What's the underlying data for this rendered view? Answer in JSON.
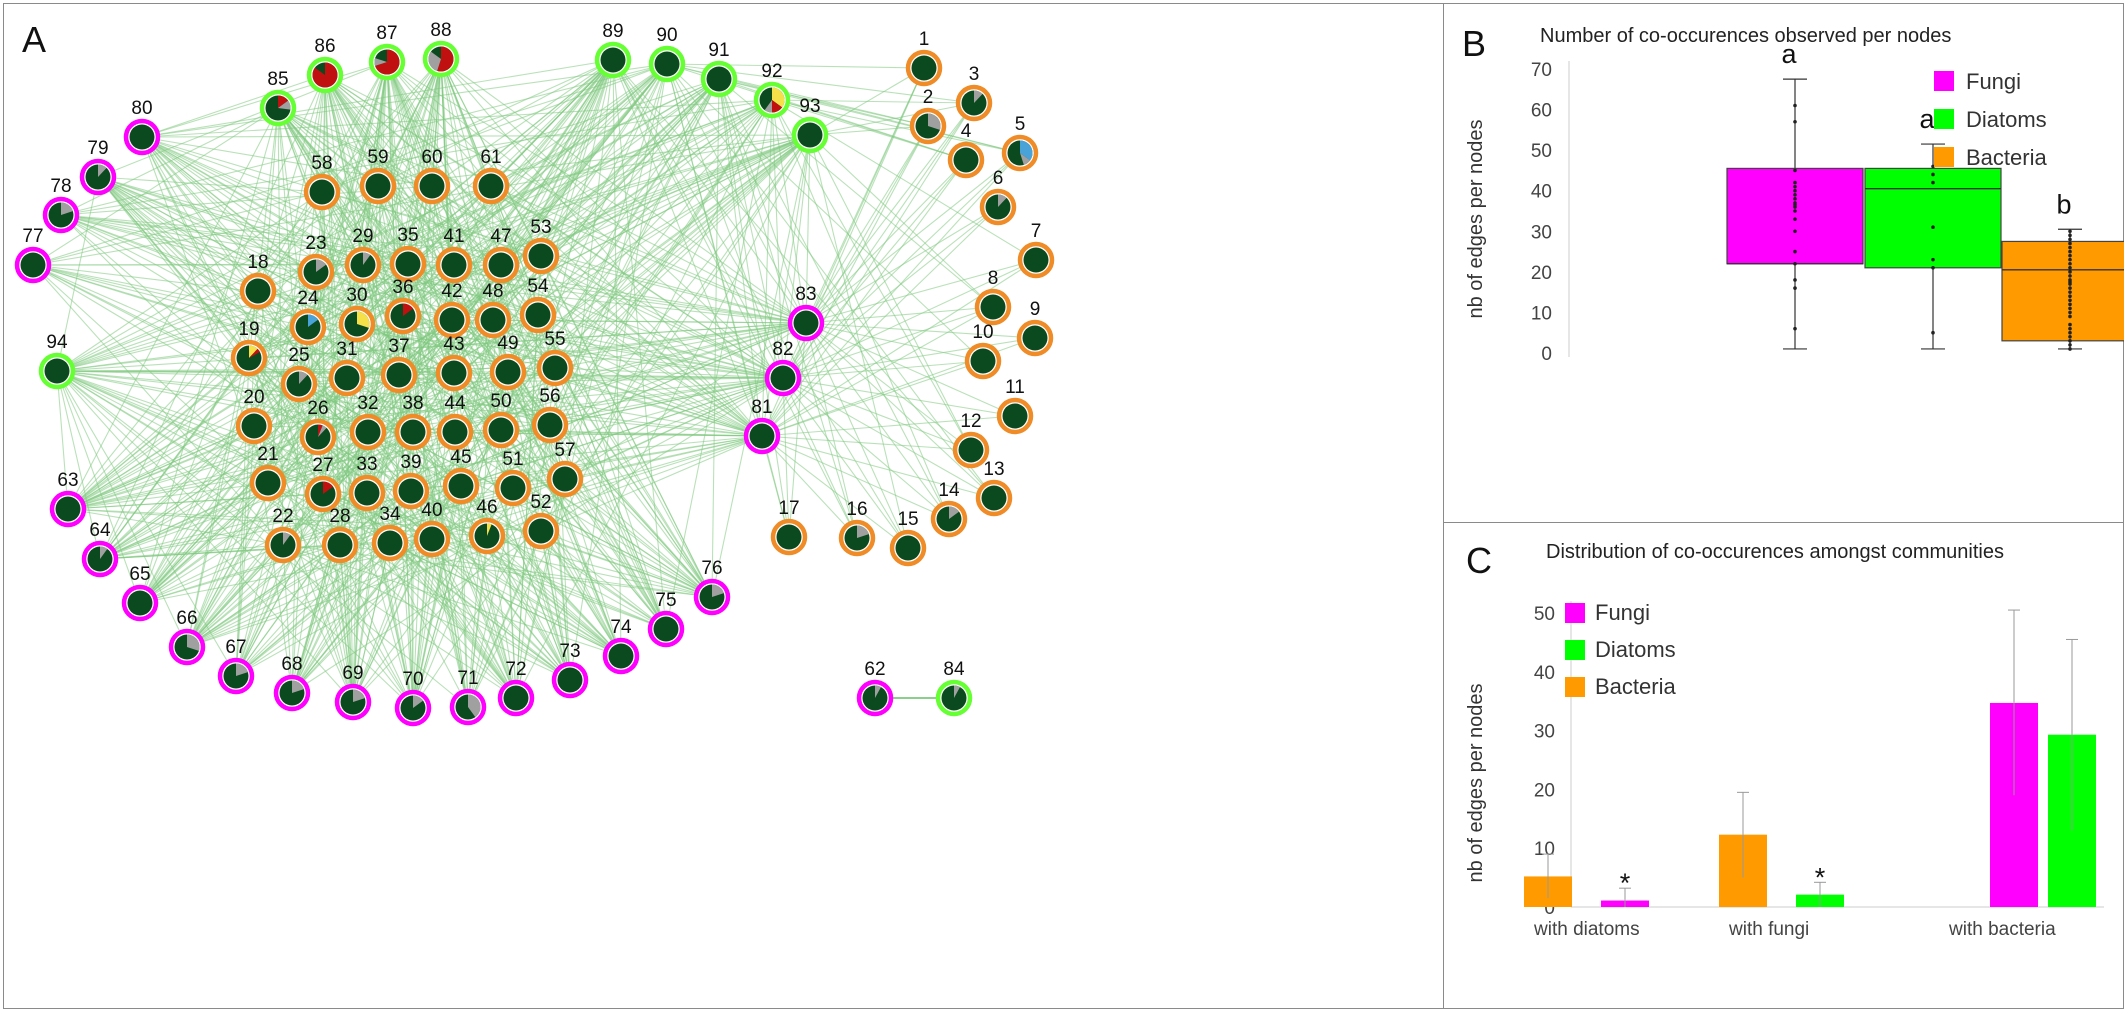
{
  "panel_a": {
    "letter": "A",
    "colors": {
      "fungi_ring": "#ff00ff",
      "diatom_ring": "#66ff33",
      "bacteria_ring": "#f08c28",
      "node_fill": "#0b4a1e",
      "edge": "#7fc97f",
      "slice_grey": "#a0a0a0",
      "slice_red": "#c01010",
      "slice_yellow": "#f5e04a",
      "slice_blue": "#4aa3d8"
    },
    "nodes": [
      {
        "id": "1",
        "group": "bacteria",
        "slices": []
      },
      {
        "id": "2",
        "group": "bacteria",
        "slices": [
          [
            "grey",
            0.3
          ]
        ]
      },
      {
        "id": "3",
        "group": "bacteria",
        "slices": [
          [
            "grey",
            0.12
          ]
        ]
      },
      {
        "id": "4",
        "group": "bacteria",
        "slices": []
      },
      {
        "id": "5",
        "group": "bacteria",
        "slices": [
          [
            "blue",
            0.35
          ],
          [
            "grey",
            0.1
          ]
        ]
      },
      {
        "id": "6",
        "group": "bacteria",
        "slices": [
          [
            "grey",
            0.12
          ]
        ]
      },
      {
        "id": "7",
        "group": "bacteria",
        "slices": []
      },
      {
        "id": "8",
        "group": "bacteria",
        "slices": []
      },
      {
        "id": "9",
        "group": "bacteria",
        "slices": []
      },
      {
        "id": "10",
        "group": "bacteria",
        "slices": []
      },
      {
        "id": "11",
        "group": "bacteria",
        "slices": []
      },
      {
        "id": "12",
        "group": "bacteria",
        "slices": []
      },
      {
        "id": "13",
        "group": "bacteria",
        "slices": []
      },
      {
        "id": "14",
        "group": "bacteria",
        "slices": [
          [
            "grey",
            0.15
          ]
        ]
      },
      {
        "id": "15",
        "group": "bacteria",
        "slices": []
      },
      {
        "id": "16",
        "group": "bacteria",
        "slices": [
          [
            "grey",
            0.2
          ]
        ]
      },
      {
        "id": "17",
        "group": "bacteria",
        "slices": []
      },
      {
        "id": "18",
        "group": "bacteria",
        "slices": []
      },
      {
        "id": "19",
        "group": "bacteria",
        "slices": [
          [
            "yellow",
            0.12
          ],
          [
            "red",
            0.05
          ]
        ]
      },
      {
        "id": "20",
        "group": "bacteria",
        "slices": []
      },
      {
        "id": "21",
        "group": "bacteria",
        "slices": []
      },
      {
        "id": "22",
        "group": "bacteria",
        "slices": [
          [
            "grey",
            0.1
          ]
        ]
      },
      {
        "id": "23",
        "group": "bacteria",
        "slices": [
          [
            "grey",
            0.15
          ]
        ]
      },
      {
        "id": "24",
        "group": "bacteria",
        "slices": [
          [
            "blue",
            0.15
          ]
        ]
      },
      {
        "id": "25",
        "group": "bacteria",
        "slices": [
          [
            "grey",
            0.12
          ]
        ]
      },
      {
        "id": "26",
        "group": "bacteria",
        "slices": [
          [
            "red",
            0.06
          ],
          [
            "grey",
            0.06
          ]
        ]
      },
      {
        "id": "27",
        "group": "bacteria",
        "slices": [
          [
            "red",
            0.15
          ]
        ]
      },
      {
        "id": "28",
        "group": "bacteria",
        "slices": []
      },
      {
        "id": "29",
        "group": "bacteria",
        "slices": [
          [
            "grey",
            0.1
          ]
        ]
      },
      {
        "id": "30",
        "group": "bacteria",
        "slices": [
          [
            "yellow",
            0.3
          ]
        ]
      },
      {
        "id": "31",
        "group": "bacteria",
        "slices": []
      },
      {
        "id": "32",
        "group": "bacteria",
        "slices": []
      },
      {
        "id": "33",
        "group": "bacteria",
        "slices": []
      },
      {
        "id": "34",
        "group": "bacteria",
        "slices": []
      },
      {
        "id": "35",
        "group": "bacteria",
        "slices": []
      },
      {
        "id": "36",
        "group": "bacteria",
        "slices": [
          [
            "red",
            0.15
          ]
        ]
      },
      {
        "id": "37",
        "group": "bacteria",
        "slices": []
      },
      {
        "id": "38",
        "group": "bacteria",
        "slices": []
      },
      {
        "id": "39",
        "group": "bacteria",
        "slices": []
      },
      {
        "id": "40",
        "group": "bacteria",
        "slices": []
      },
      {
        "id": "41",
        "group": "bacteria",
        "slices": []
      },
      {
        "id": "42",
        "group": "bacteria",
        "slices": []
      },
      {
        "id": "43",
        "group": "bacteria",
        "slices": []
      },
      {
        "id": "44",
        "group": "bacteria",
        "slices": []
      },
      {
        "id": "45",
        "group": "bacteria",
        "slices": []
      },
      {
        "id": "46",
        "group": "bacteria",
        "slices": [
          [
            "yellow",
            0.06
          ]
        ]
      },
      {
        "id": "47",
        "group": "bacteria",
        "slices": []
      },
      {
        "id": "48",
        "group": "bacteria",
        "slices": []
      },
      {
        "id": "49",
        "group": "bacteria",
        "slices": []
      },
      {
        "id": "50",
        "group": "bacteria",
        "slices": []
      },
      {
        "id": "51",
        "group": "bacteria",
        "slices": []
      },
      {
        "id": "52",
        "group": "bacteria",
        "slices": []
      },
      {
        "id": "53",
        "group": "bacteria",
        "slices": []
      },
      {
        "id": "54",
        "group": "bacteria",
        "slices": []
      },
      {
        "id": "55",
        "group": "bacteria",
        "slices": []
      },
      {
        "id": "56",
        "group": "bacteria",
        "slices": []
      },
      {
        "id": "57",
        "group": "bacteria",
        "slices": []
      },
      {
        "id": "58",
        "group": "bacteria",
        "slices": []
      },
      {
        "id": "59",
        "group": "bacteria",
        "slices": []
      },
      {
        "id": "60",
        "group": "bacteria",
        "slices": []
      },
      {
        "id": "61",
        "group": "bacteria",
        "slices": []
      },
      {
        "id": "62",
        "group": "fungi",
        "slices": [
          [
            "grey",
            0.08
          ]
        ]
      },
      {
        "id": "63",
        "group": "fungi",
        "slices": []
      },
      {
        "id": "64",
        "group": "fungi",
        "slices": [
          [
            "grey",
            0.1
          ]
        ]
      },
      {
        "id": "65",
        "group": "fungi",
        "slices": []
      },
      {
        "id": "66",
        "group": "fungi",
        "slices": [
          [
            "grey",
            0.3
          ]
        ]
      },
      {
        "id": "67",
        "group": "fungi",
        "slices": [
          [
            "grey",
            0.2
          ]
        ]
      },
      {
        "id": "68",
        "group": "fungi",
        "slices": [
          [
            "grey",
            0.2
          ]
        ]
      },
      {
        "id": "69",
        "group": "fungi",
        "slices": [
          [
            "grey",
            0.2
          ]
        ]
      },
      {
        "id": "70",
        "group": "fungi",
        "slices": [
          [
            "grey",
            0.15
          ]
        ]
      },
      {
        "id": "71",
        "group": "fungi",
        "slices": [
          [
            "grey",
            0.4
          ]
        ]
      },
      {
        "id": "72",
        "group": "fungi",
        "slices": []
      },
      {
        "id": "73",
        "group": "fungi",
        "slices": []
      },
      {
        "id": "74",
        "group": "fungi",
        "slices": []
      },
      {
        "id": "75",
        "group": "fungi",
        "slices": []
      },
      {
        "id": "76",
        "group": "fungi",
        "slices": [
          [
            "grey",
            0.2
          ]
        ]
      },
      {
        "id": "77",
        "group": "fungi",
        "slices": []
      },
      {
        "id": "78",
        "group": "fungi",
        "slices": [
          [
            "grey",
            0.2
          ]
        ]
      },
      {
        "id": "79",
        "group": "fungi",
        "slices": [
          [
            "grey",
            0.12
          ]
        ]
      },
      {
        "id": "80",
        "group": "fungi",
        "slices": []
      },
      {
        "id": "81",
        "group": "fungi",
        "slices": []
      },
      {
        "id": "82",
        "group": "fungi",
        "slices": []
      },
      {
        "id": "83",
        "group": "fungi",
        "slices": []
      },
      {
        "id": "84",
        "group": "diatom",
        "slices": [
          [
            "grey",
            0.08
          ]
        ]
      },
      {
        "id": "85",
        "group": "diatom",
        "slices": [
          [
            "red",
            0.15
          ],
          [
            "grey",
            0.12
          ]
        ]
      },
      {
        "id": "86",
        "group": "diatom",
        "slices": [
          [
            "red",
            0.85
          ]
        ]
      },
      {
        "id": "87",
        "group": "diatom",
        "slices": [
          [
            "red",
            0.7
          ],
          [
            "grey",
            0.1
          ]
        ]
      },
      {
        "id": "88",
        "group": "diatom",
        "slices": [
          [
            "red",
            0.55
          ],
          [
            "grey",
            0.3
          ]
        ]
      },
      {
        "id": "89",
        "group": "diatom",
        "slices": []
      },
      {
        "id": "90",
        "group": "diatom",
        "slices": []
      },
      {
        "id": "91",
        "group": "diatom",
        "slices": []
      },
      {
        "id": "92",
        "group": "diatom",
        "slices": [
          [
            "yellow",
            0.35
          ],
          [
            "red",
            0.15
          ],
          [
            "grey",
            0.1
          ]
        ]
      },
      {
        "id": "93",
        "group": "diatom",
        "slices": []
      },
      {
        "id": "94",
        "group": "diatom",
        "slices": []
      }
    ]
  },
  "panel_b": {
    "letter": "B",
    "title": "Number of co-occurences observed per nodes",
    "ylabel": "nb of edges per nodes",
    "chart_data": {
      "type": "box",
      "ylim": [
        0,
        70
      ],
      "yticks": [
        0,
        10,
        20,
        30,
        40,
        50,
        60,
        70
      ],
      "series": [
        {
          "name": "Fungi",
          "color": "#ff00ff",
          "q1": 22,
          "median": 22,
          "q3": 45.5,
          "whisker_low": 1,
          "whisker_high": 67.5,
          "letter": "a",
          "points": [
            6,
            16,
            18,
            22,
            25,
            30,
            33,
            35,
            36,
            36.5,
            37,
            38,
            39,
            40,
            41,
            42,
            45,
            57,
            61
          ]
        },
        {
          "name": "Diatoms",
          "color": "#00ff00",
          "q1": 21,
          "median": 40.5,
          "q3": 45.5,
          "whisker_low": 1,
          "whisker_high": 51.5,
          "letter": "a",
          "points": [
            5,
            21,
            23,
            31,
            42,
            44,
            46
          ]
        },
        {
          "name": "Bacteria",
          "color": "#ff9a00",
          "q1": 3,
          "median": 20.5,
          "q3": 27.5,
          "whisker_low": 1,
          "whisker_high": 30.5,
          "letter": "b",
          "points": [
            1,
            2,
            3,
            4,
            5,
            6,
            7,
            9,
            10,
            11,
            12,
            13,
            14,
            15,
            16,
            17,
            17.5,
            18,
            19,
            20,
            21,
            22,
            23,
            24,
            25,
            26,
            27,
            28,
            29,
            30
          ]
        }
      ]
    }
  },
  "panel_c": {
    "letter": "C",
    "title": "Distribution of co-occurences amongst communities",
    "ylabel": "nb of edges per nodes",
    "chart_data": {
      "type": "bar",
      "ylim": [
        0,
        50
      ],
      "yticks": [
        0,
        10,
        20,
        30,
        40,
        50
      ],
      "categories": [
        "with diatoms",
        "with fungi",
        "with bacteria"
      ],
      "legend": [
        {
          "name": "Fungi",
          "color": "#ff00ff"
        },
        {
          "name": "Diatoms",
          "color": "#00ff00"
        },
        {
          "name": "Bacteria",
          "color": "#ff9a00"
        }
      ],
      "groups": [
        {
          "category": "with diatoms",
          "bars": [
            {
              "series": "Bacteria",
              "color": "#ff9a00",
              "value": 5.2,
              "err_low": 1.5,
              "err_high": 9,
              "sig": ""
            },
            {
              "series": "Fungi",
              "color": "#ff00ff",
              "value": 1.1,
              "err_low": 0,
              "err_high": 3.2,
              "sig": "*"
            }
          ]
        },
        {
          "category": "with fungi",
          "bars": [
            {
              "series": "Bacteria",
              "color": "#ff9a00",
              "value": 12.3,
              "err_low": 5,
              "err_high": 19.5,
              "sig": ""
            },
            {
              "series": "Diatoms",
              "color": "#00ff00",
              "value": 2.1,
              "err_low": 0,
              "err_high": 4.2,
              "sig": "*"
            }
          ]
        },
        {
          "category": "with bacteria",
          "bars": [
            {
              "series": "Fungi",
              "color": "#ff00ff",
              "value": 34.7,
              "err_low": 19,
              "err_high": 50.5,
              "sig": ""
            },
            {
              "series": "Diatoms",
              "color": "#00ff00",
              "value": 29.3,
              "err_low": 13,
              "err_high": 45.5,
              "sig": ""
            }
          ]
        }
      ]
    }
  }
}
